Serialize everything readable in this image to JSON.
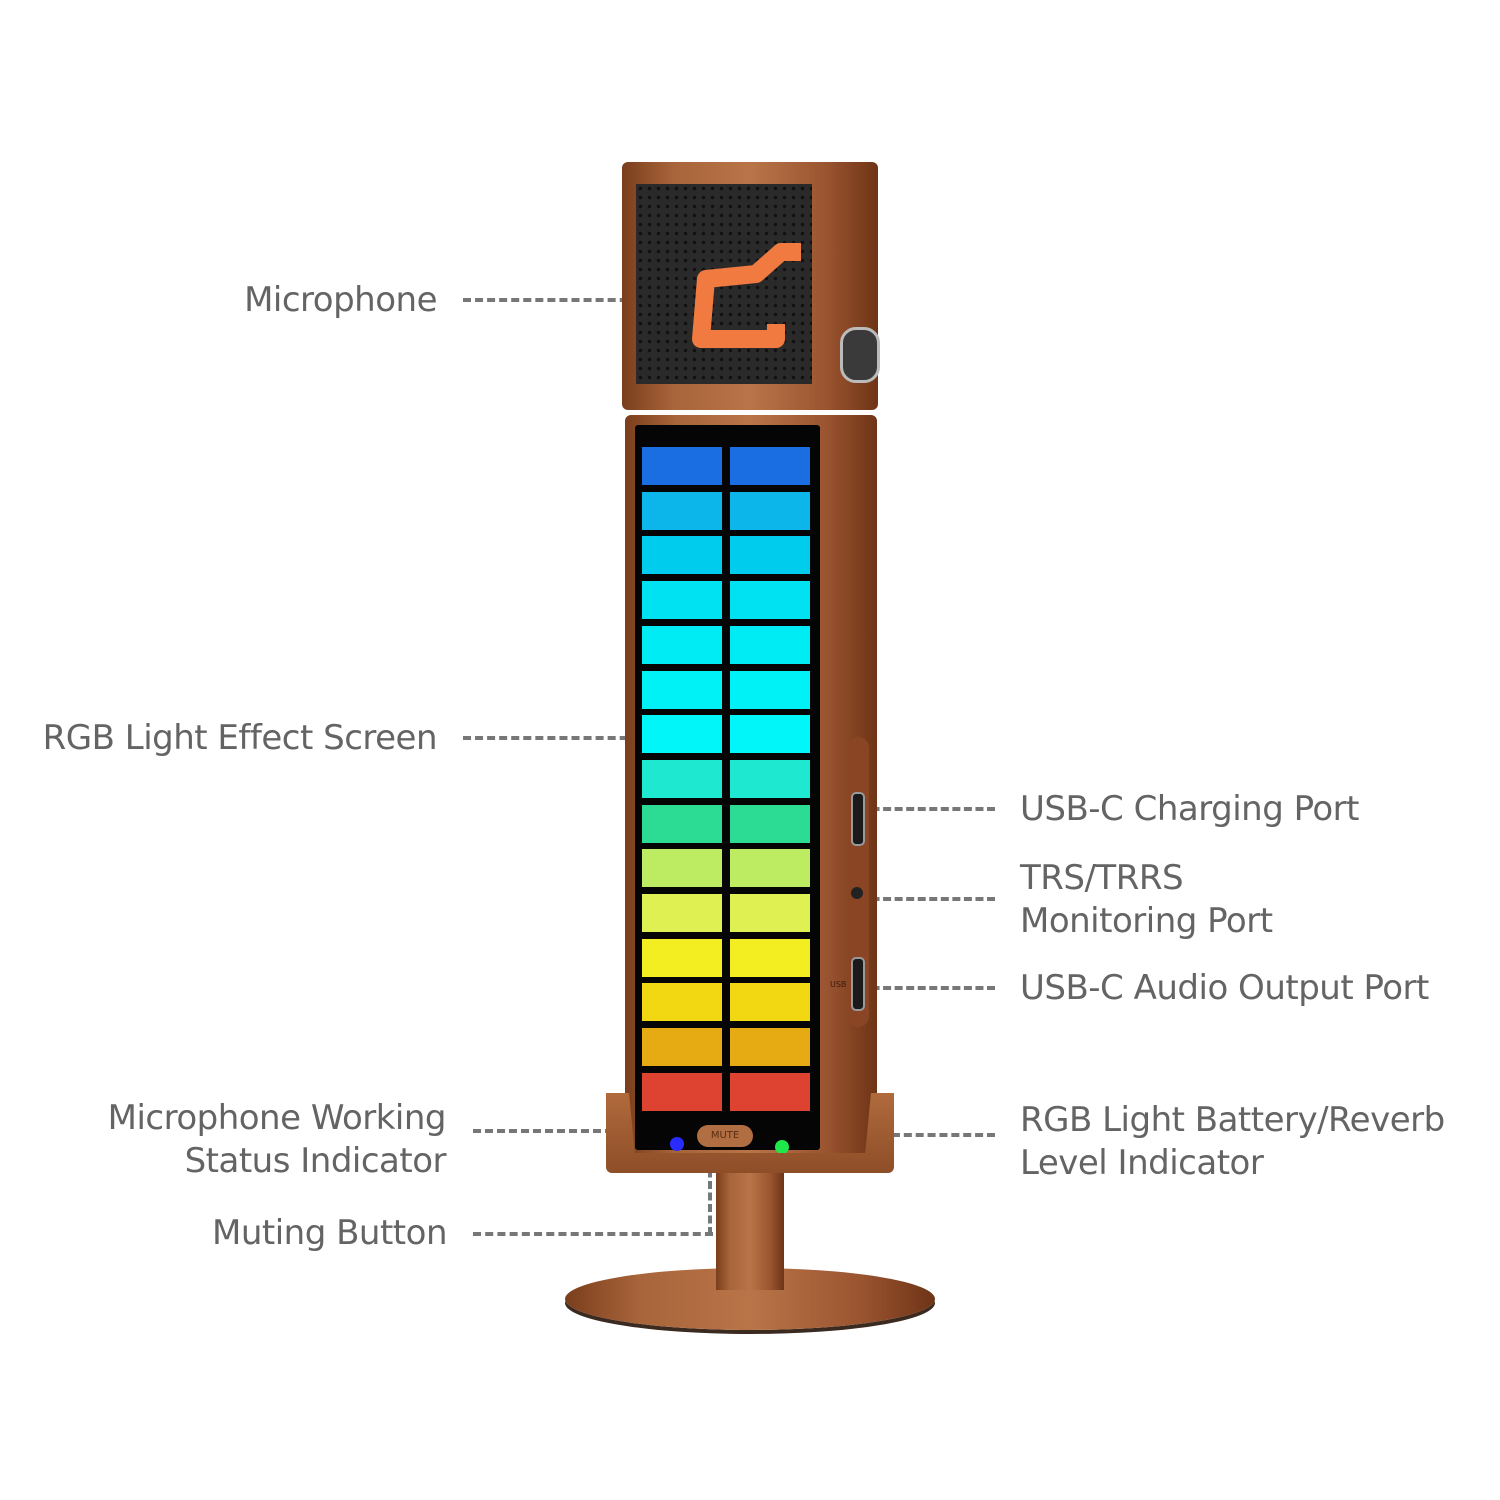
{
  "labels": {
    "microphone": "Microphone",
    "rgb_screen": "RGB Light Effect Screen",
    "usb_charging": "USB-C Charging Port",
    "trs_line1": "TRS/TRRS",
    "trs_line2": "Monitoring Port",
    "usb_audio": "USB-C Audio Output Port",
    "mic_status_line1": "Microphone Working",
    "mic_status_line2": "Status Indicator",
    "rgb_battery_line1": "RGB Light Battery/Reverb",
    "rgb_battery_line2": "Level Indicator",
    "muting_button": "Muting Button"
  },
  "device": {
    "mute_button_text": "MUTE",
    "usb_port_text": "USB",
    "status_led_color": "#2a2cff",
    "level_led_color": "#1ee84a",
    "screen_row_colors": [
      "#1a6ee2",
      "#0cb6ea",
      "#00cdee",
      "#00e2f2",
      "#00ecf4",
      "#00f2f6",
      "#00f6f8",
      "#1ee8d0",
      "#2cdc94",
      "#bdec62",
      "#def052",
      "#f2ee22",
      "#f2d812",
      "#e6aa12",
      "#de4230"
    ]
  }
}
